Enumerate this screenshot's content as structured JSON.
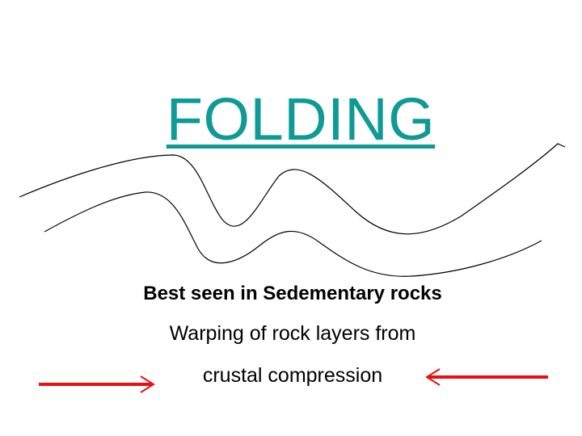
{
  "slide": {
    "title": "FOLDING",
    "captions": [
      "Best seen in Sedementary rocks",
      "Warping of rock layers from",
      "crustal compression"
    ]
  },
  "colors": {
    "title": "#0e9a96",
    "arrows": "#e81010",
    "fold_lines": "#000000",
    "background": "#ffffff"
  },
  "icons": {
    "left_arrow": "arrow-right-icon",
    "right_arrow": "arrow-left-icon"
  }
}
